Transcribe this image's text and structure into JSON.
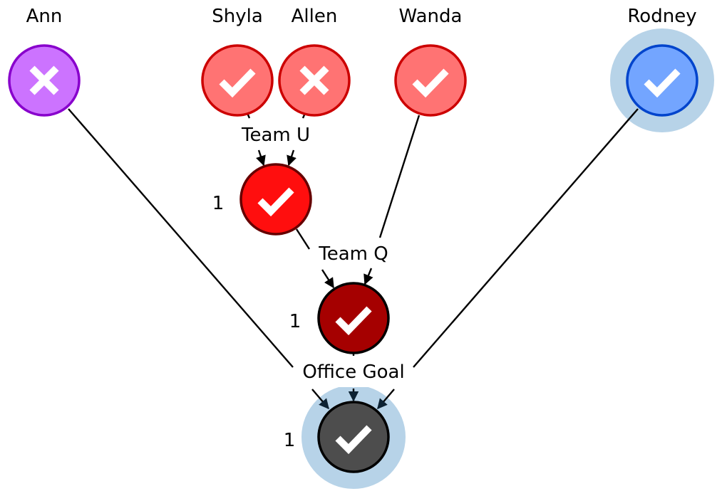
{
  "people": {
    "ann": {
      "name": "Ann",
      "status": "cross",
      "fill": "#cc73ff",
      "stroke": "#8800cc"
    },
    "shyla": {
      "name": "Shyla",
      "status": "check",
      "fill": "#ff7373",
      "stroke": "#cc0000"
    },
    "allen": {
      "name": "Allen",
      "status": "cross",
      "fill": "#ff7373",
      "stroke": "#cc0000"
    },
    "wanda": {
      "name": "Wanda",
      "status": "check",
      "fill": "#ff7373",
      "stroke": "#cc0000"
    },
    "rodney": {
      "name": "Rodney",
      "status": "check",
      "fill": "#73a5ff",
      "stroke": "#0044cc",
      "highlighted": true
    }
  },
  "teams": {
    "team_u": {
      "label": "Team U",
      "count": "1",
      "status": "check",
      "fill": "#ff0e0e",
      "stroke": "#660000"
    },
    "team_q": {
      "label": "Team Q",
      "count": "1",
      "status": "check",
      "fill": "#a50000",
      "stroke": "#000000"
    },
    "office_goal": {
      "label": "Office Goal",
      "count": "1",
      "status": "check",
      "fill": "#4d4d4d",
      "stroke": "#000000",
      "highlighted": true
    }
  },
  "colors": {
    "highlight_halo": "#b7d3e8",
    "mark": "#ffffff"
  }
}
